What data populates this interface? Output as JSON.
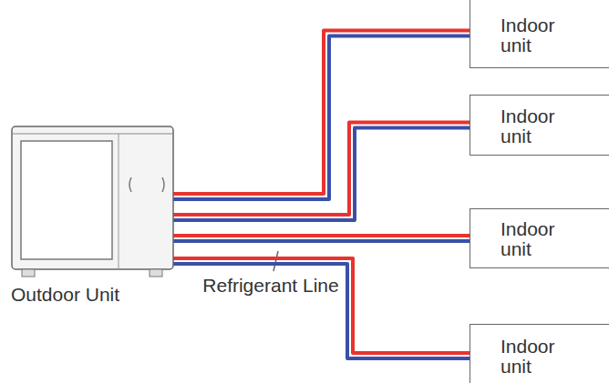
{
  "diagram": {
    "nodes": [
      {
        "text": [
          "Outdoor Unit"
        ]
      },
      {
        "text": [
          "Indoor unit"
        ]
      },
      {
        "text": [
          "Indoor unit"
        ]
      },
      {
        "text": [
          "Indoor unit"
        ]
      },
      {
        "text": [
          "Indoor unit"
        ]
      }
    ],
    "edges": [
      {
        "from": 0,
        "to": 1,
        "arrow": "none"
      },
      {
        "from": 0,
        "to": 2,
        "arrow": "none"
      },
      {
        "from": 0,
        "to": 3,
        "arrow": "none"
      },
      {
        "from": 0,
        "to": 4,
        "arrow": "none"
      }
    ],
    "labels": [
      "Refrigerant Line"
    ]
  }
}
